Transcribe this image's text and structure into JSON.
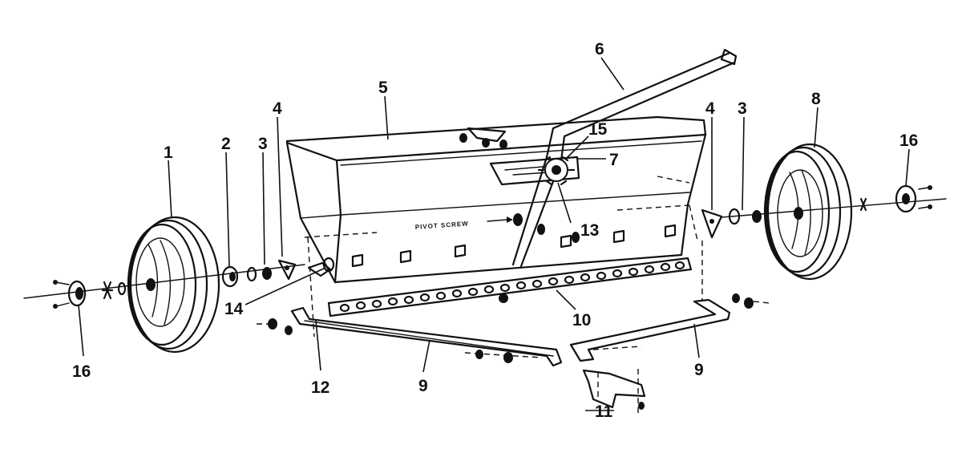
{
  "callouts": {
    "c1": "1",
    "c2": "2",
    "c3a": "3",
    "c3b": "3",
    "c4a": "4",
    "c4b": "4",
    "c5": "5",
    "c6": "6",
    "c7": "7",
    "c8": "8",
    "c9a": "9",
    "c9b": "9",
    "c10": "10",
    "c11": "11",
    "c12": "12",
    "c13": "13",
    "c14": "14",
    "c15": "15",
    "c16a": "16",
    "c16b": "16"
  },
  "hopper_text": "PIVOT SCREW",
  "colors": {
    "ink": "#111111",
    "paper": "#ffffff"
  }
}
